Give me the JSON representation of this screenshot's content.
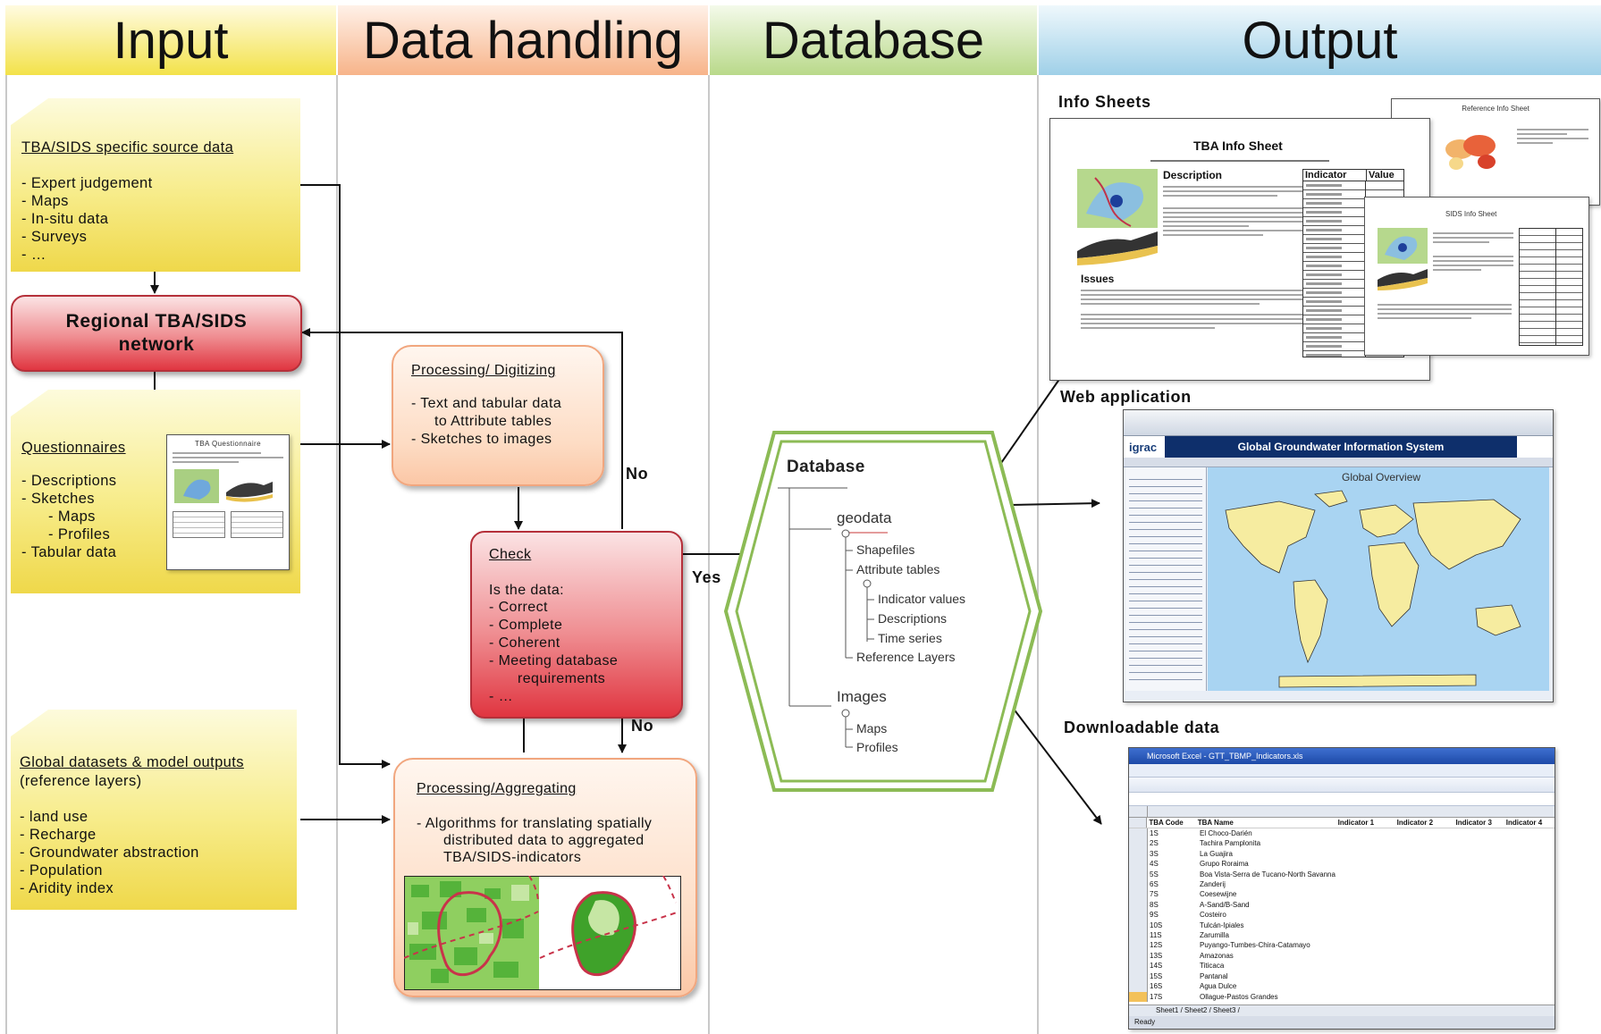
{
  "columns": {
    "input": "Input",
    "data_handling": "Data handling",
    "database": "Database",
    "output": "Output"
  },
  "input": {
    "source_title": "TBA/SIDS specific source data",
    "source_items": [
      "- Expert judgement",
      "- Maps",
      "- In-situ data",
      "- Surveys",
      "- …"
    ],
    "network": [
      "Regional TBA/SIDS",
      "network"
    ],
    "questionnaires_title": "Questionnaires",
    "questionnaire_items": [
      "- Descriptions",
      "- Sketches",
      "- Maps",
      "- Profiles",
      "- Tabular data"
    ],
    "questionnaire_thumb_title": "TBA Questionnaire",
    "global_title": "Global datasets & model outputs",
    "global_subtitle": "(reference layers)",
    "global_items": [
      "- land use",
      "- Recharge",
      "- Groundwater abstraction",
      "- Population",
      "- Aridity index"
    ]
  },
  "handling": {
    "processing_title": "Processing/ Digitizing",
    "processing_items": [
      "- Text and tabular data",
      "to Attribute tables",
      "- Sketches to images"
    ],
    "check_title": "Check",
    "check_intro": "Is the data:",
    "check_items": [
      "- Correct",
      "- Complete",
      "- Coherent",
      "- Meeting database",
      "requirements",
      "- …"
    ],
    "aggregating_title": "Processing/Aggregating",
    "aggregating_items": [
      "- Algorithms for translating spatially",
      "distributed data to aggregated",
      "TBA/SIDS-indicators"
    ],
    "no_label_1": "No",
    "no_label_2": "No",
    "yes_label": "Yes"
  },
  "database": {
    "title": "Database",
    "geodata": "geodata",
    "shapefiles": "Shapefiles",
    "attribute_tables": "Attribute tables",
    "indicator_values": "Indicator values",
    "descriptions": "Descriptions",
    "time_series": "Time series",
    "reference_layers": "Reference Layers",
    "images": "Images",
    "maps": "Maps",
    "profiles": "Profiles"
  },
  "output": {
    "info_sheets": "Info Sheets",
    "tba_sheet_title": "TBA Info Sheet",
    "tba_description": "Description",
    "tba_issues": "Issues",
    "indicator_header": "Indicator",
    "value_header": "Value",
    "reference_sheet_title": "Reference Info Sheet",
    "sids_sheet_title": "SIDS Info Sheet",
    "web_application": "Web application",
    "web_brand": "igrac",
    "web_banner": "Global Groundwater Information System",
    "web_map_title": "Global Overview",
    "downloadable_data": "Downloadable data",
    "excel_title": "Microsoft Excel - GTT_TBMP_Indicators.xls",
    "excel_headers": [
      "TBA Code",
      "TBA Name",
      "Indicator 1",
      "Indicator 2",
      "Indicator 3",
      "Indicator 4"
    ],
    "excel_rows": [
      [
        "1S",
        "El Choco-Darién"
      ],
      [
        "2S",
        "Tachira Pamplonita"
      ],
      [
        "3S",
        "La Guajira"
      ],
      [
        "4S",
        "Grupo Roraima"
      ],
      [
        "5S",
        "Boa Vista-Serra de Tucano-North Savanna"
      ],
      [
        "6S",
        "Zanderij"
      ],
      [
        "7S",
        "Coesewijne"
      ],
      [
        "8S",
        "A-Sand/B-Sand"
      ],
      [
        "9S",
        "Costeiro"
      ],
      [
        "10S",
        "Tulcán-Ipiales"
      ],
      [
        "11S",
        "Zarumilla"
      ],
      [
        "12S",
        "Puyango-Tumbes-Chira-Catamayo"
      ],
      [
        "13S",
        "Amazonas"
      ],
      [
        "14S",
        "Titicaca"
      ],
      [
        "15S",
        "Pantanal"
      ],
      [
        "16S",
        "Agua Dulce"
      ],
      [
        "17S",
        "Ollague-Pastos Grandes"
      ]
    ],
    "excel_tabs": "Sheet1 / Sheet2 / Sheet3 /",
    "excel_status": "Ready"
  },
  "colors": {
    "input_header": "#f3e24a",
    "handling_header": "#f7b48a",
    "database_header": "#b9d98a",
    "output_header": "#9fd0e8",
    "red_box": "#e03540",
    "note_yellow": "#efd84a",
    "hexagon_green": "#8cbb55"
  }
}
